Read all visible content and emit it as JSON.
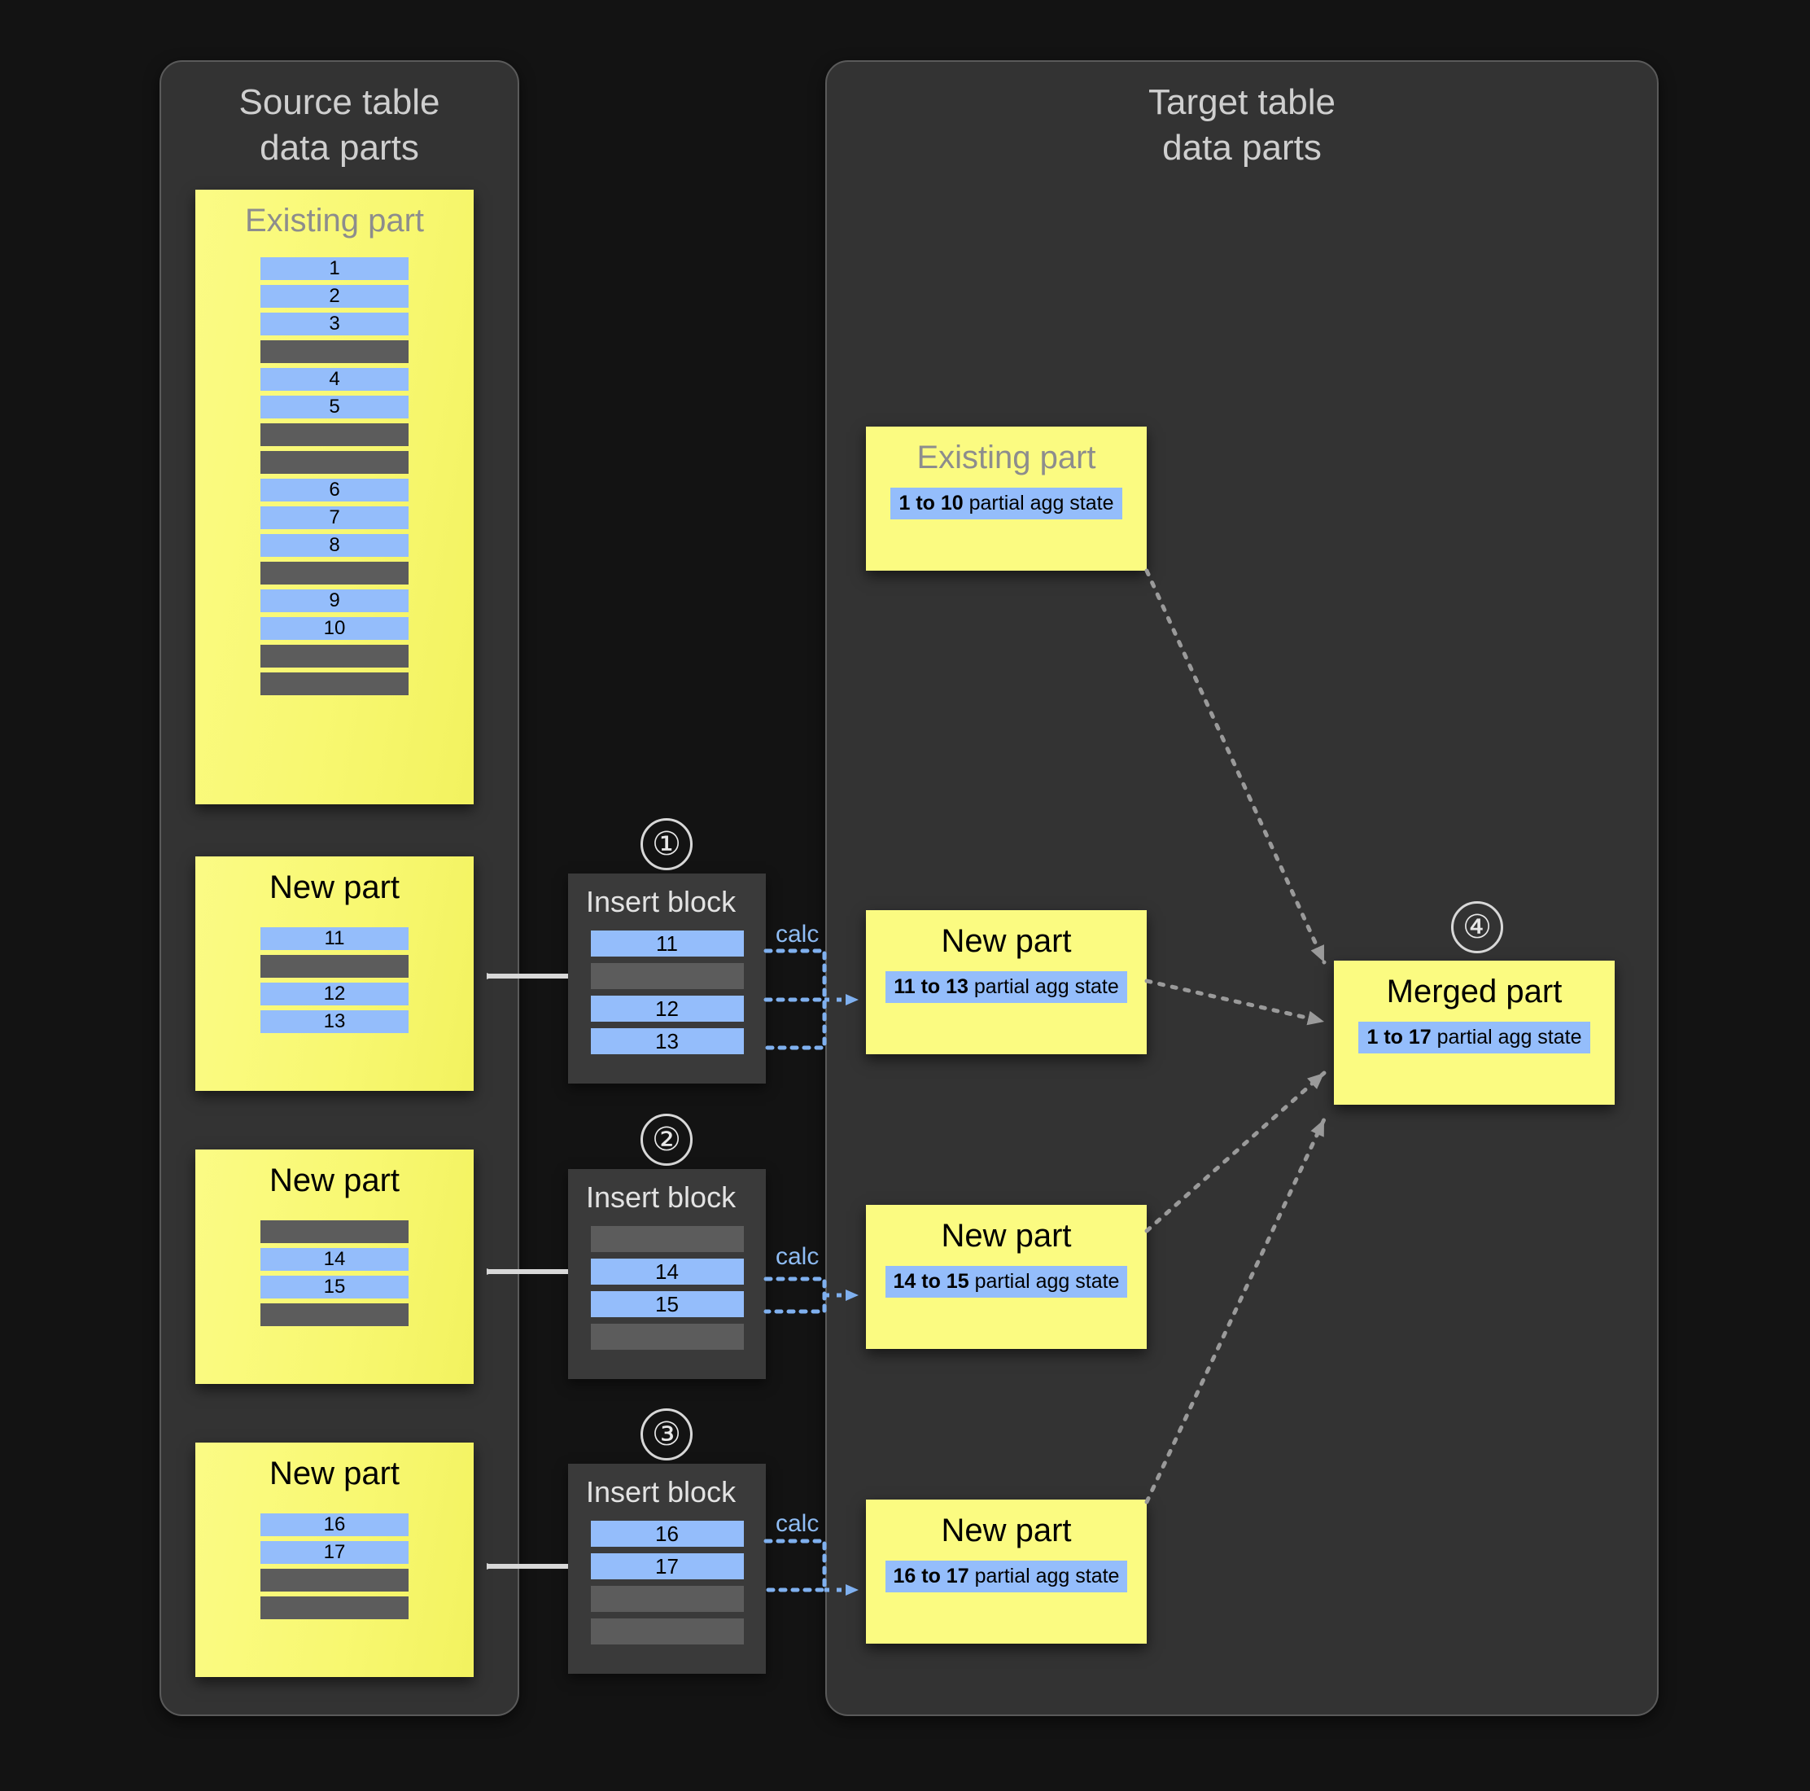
{
  "source_panel": {
    "title": "Source table\ndata parts",
    "title_line1": "Source table",
    "title_line2": "data parts",
    "existing_part": {
      "label": "Existing part",
      "rows": [
        "1",
        "2",
        "3",
        "",
        "4",
        "5",
        "",
        "",
        "6",
        "7",
        "8",
        "",
        "9",
        "10",
        "",
        ""
      ]
    },
    "new_parts": [
      {
        "label": "New part",
        "rows": [
          "11",
          "",
          "12",
          "13"
        ]
      },
      {
        "label": "New part",
        "rows": [
          "",
          "14",
          "15",
          ""
        ]
      },
      {
        "label": "New part",
        "rows": [
          "16",
          "17",
          "",
          ""
        ]
      }
    ]
  },
  "insert_blocks": [
    {
      "step": "①",
      "label": "Insert block",
      "rows": [
        "11",
        "",
        "12",
        "13"
      ],
      "calc": "calc"
    },
    {
      "step": "②",
      "label": "Insert block",
      "rows": [
        "",
        "14",
        "15",
        ""
      ],
      "calc": "calc"
    },
    {
      "step": "③",
      "label": "Insert block",
      "rows": [
        "16",
        "17",
        "",
        ""
      ],
      "calc": "calc"
    }
  ],
  "target_panel": {
    "title_line1": "Target table",
    "title_line2": "data parts",
    "existing_part": {
      "label": "Existing part",
      "range": "1 to 10",
      "state": " partial agg state"
    },
    "new_parts": [
      {
        "label": "New part",
        "range": "11 to 13",
        "state": " partial agg state"
      },
      {
        "label": "New part",
        "range": "14 to 15",
        "state": " partial agg state"
      },
      {
        "label": "New part",
        "range": "16 to 17",
        "state": " partial agg state"
      }
    ],
    "merged_part": {
      "step": "④",
      "label": "Merged part",
      "range": "1 to 17",
      "state": " partial agg state"
    }
  },
  "colors": {
    "background": "#131313",
    "panel": "#333333",
    "panel_border": "#5a5a5a",
    "yellow": "#fbfb81",
    "blue": "#94bdfb",
    "gray_row": "#5c5c5c",
    "insert_block": "#3a3a3a",
    "accent_calc": "#8fbdf5",
    "muted_text": "#8d8d8d",
    "panel_text": "#cfcfcf",
    "arrow_white": "#d8d8d8",
    "arrow_dotted": "#8c8c8c"
  }
}
